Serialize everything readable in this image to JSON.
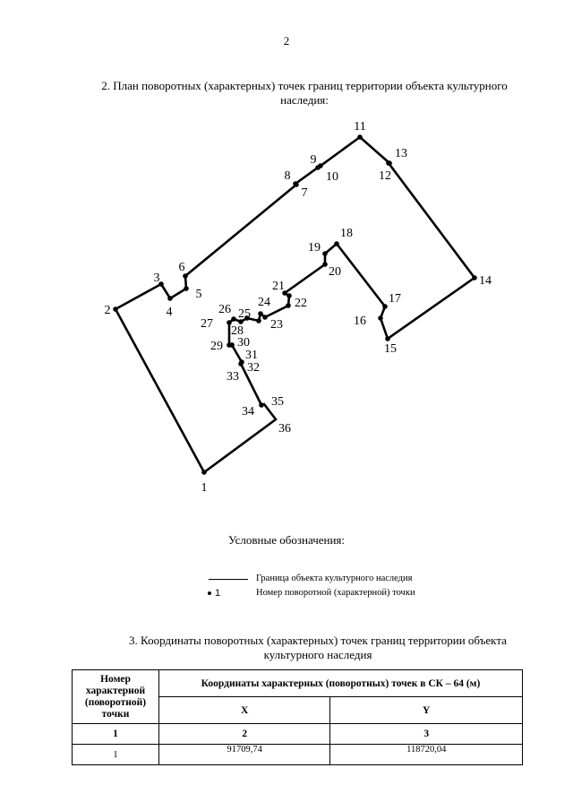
{
  "page_number": "2",
  "section2": {
    "line1": "2.   План поворотных (характерных) точек границ территории объекта культурного",
    "line2": "наследия:"
  },
  "plan": {
    "points": [
      "1",
      "2",
      "3",
      "4",
      "5",
      "6",
      "7",
      "8",
      "9",
      "10",
      "11",
      "12",
      "13",
      "14",
      "15",
      "16",
      "17",
      "18",
      "19",
      "20",
      "21",
      "22",
      "23",
      "24",
      "25",
      "26",
      "27",
      "28",
      "29",
      "30",
      "31",
      "32",
      "33",
      "34",
      "35",
      "36"
    ]
  },
  "legend": {
    "title": "Условные обозначения:",
    "boundary_label": "Граница объекта культурного наследия",
    "point_marker": "1",
    "point_label": "Номер поворотной (характерной) точки"
  },
  "section3": {
    "line1": "3. Координаты поворотных (характерных) точек границ территории объекта",
    "line2": "культурного наследия"
  },
  "table": {
    "header_num_line1": "Номер",
    "header_num_line2": "характерной",
    "header_num_line3": "(поворотной)",
    "header_num_line4": "точки",
    "header_coords": "Координаты характерных (поворотных) точек в СК – 64 (м)",
    "header_x": "X",
    "header_y": "Y",
    "index_row": [
      "1",
      "2",
      "3"
    ],
    "rows": [
      {
        "num": "1",
        "x": "91709,74",
        "y": "118720,04"
      }
    ]
  }
}
